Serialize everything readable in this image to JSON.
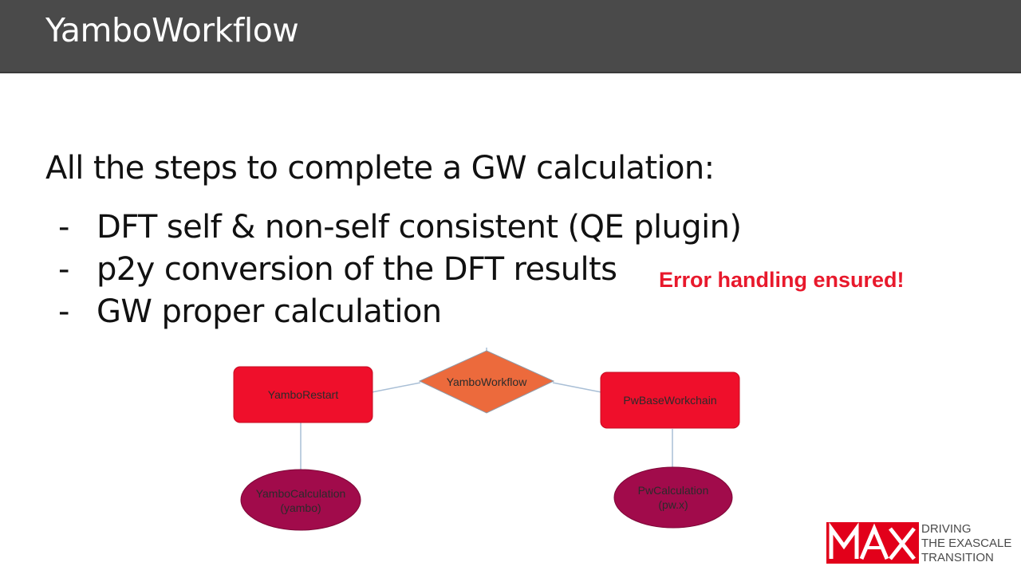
{
  "header": {
    "title": "YamboWorkflow"
  },
  "content": {
    "intro": "All the steps to complete a GW calculation:",
    "bullets": [
      {
        "dash": "-",
        "text": "DFT self & non-self consistent (QE plugin)"
      },
      {
        "dash": "-",
        "text": "p2y conversion of the DFT results"
      },
      {
        "dash": "-",
        "text": "GW proper calculation"
      }
    ],
    "note": "Error handling ensured!"
  },
  "diagram": {
    "center": "YamboWorkflow",
    "left_box": "YamboRestart",
    "right_box": "PwBaseWorkchain",
    "left_ellipse": {
      "line1": "YamboCalculation",
      "line2": "(yambo)"
    },
    "right_ellipse": {
      "line1": "PwCalculation",
      "line2": "(pw.x)"
    }
  },
  "logo": {
    "mark": "MAX",
    "lines": [
      "DRIVING",
      "THE EXASCALE",
      "TRANSITION"
    ]
  },
  "colors": {
    "title_bar": "#4a4a4a",
    "note_red": "#e8192c",
    "box_red": "#ef0f2b",
    "diamond_orange": "#ec6a3c",
    "ellipse_maroon": "#a10b4b",
    "logo_red": "#e2001a"
  }
}
